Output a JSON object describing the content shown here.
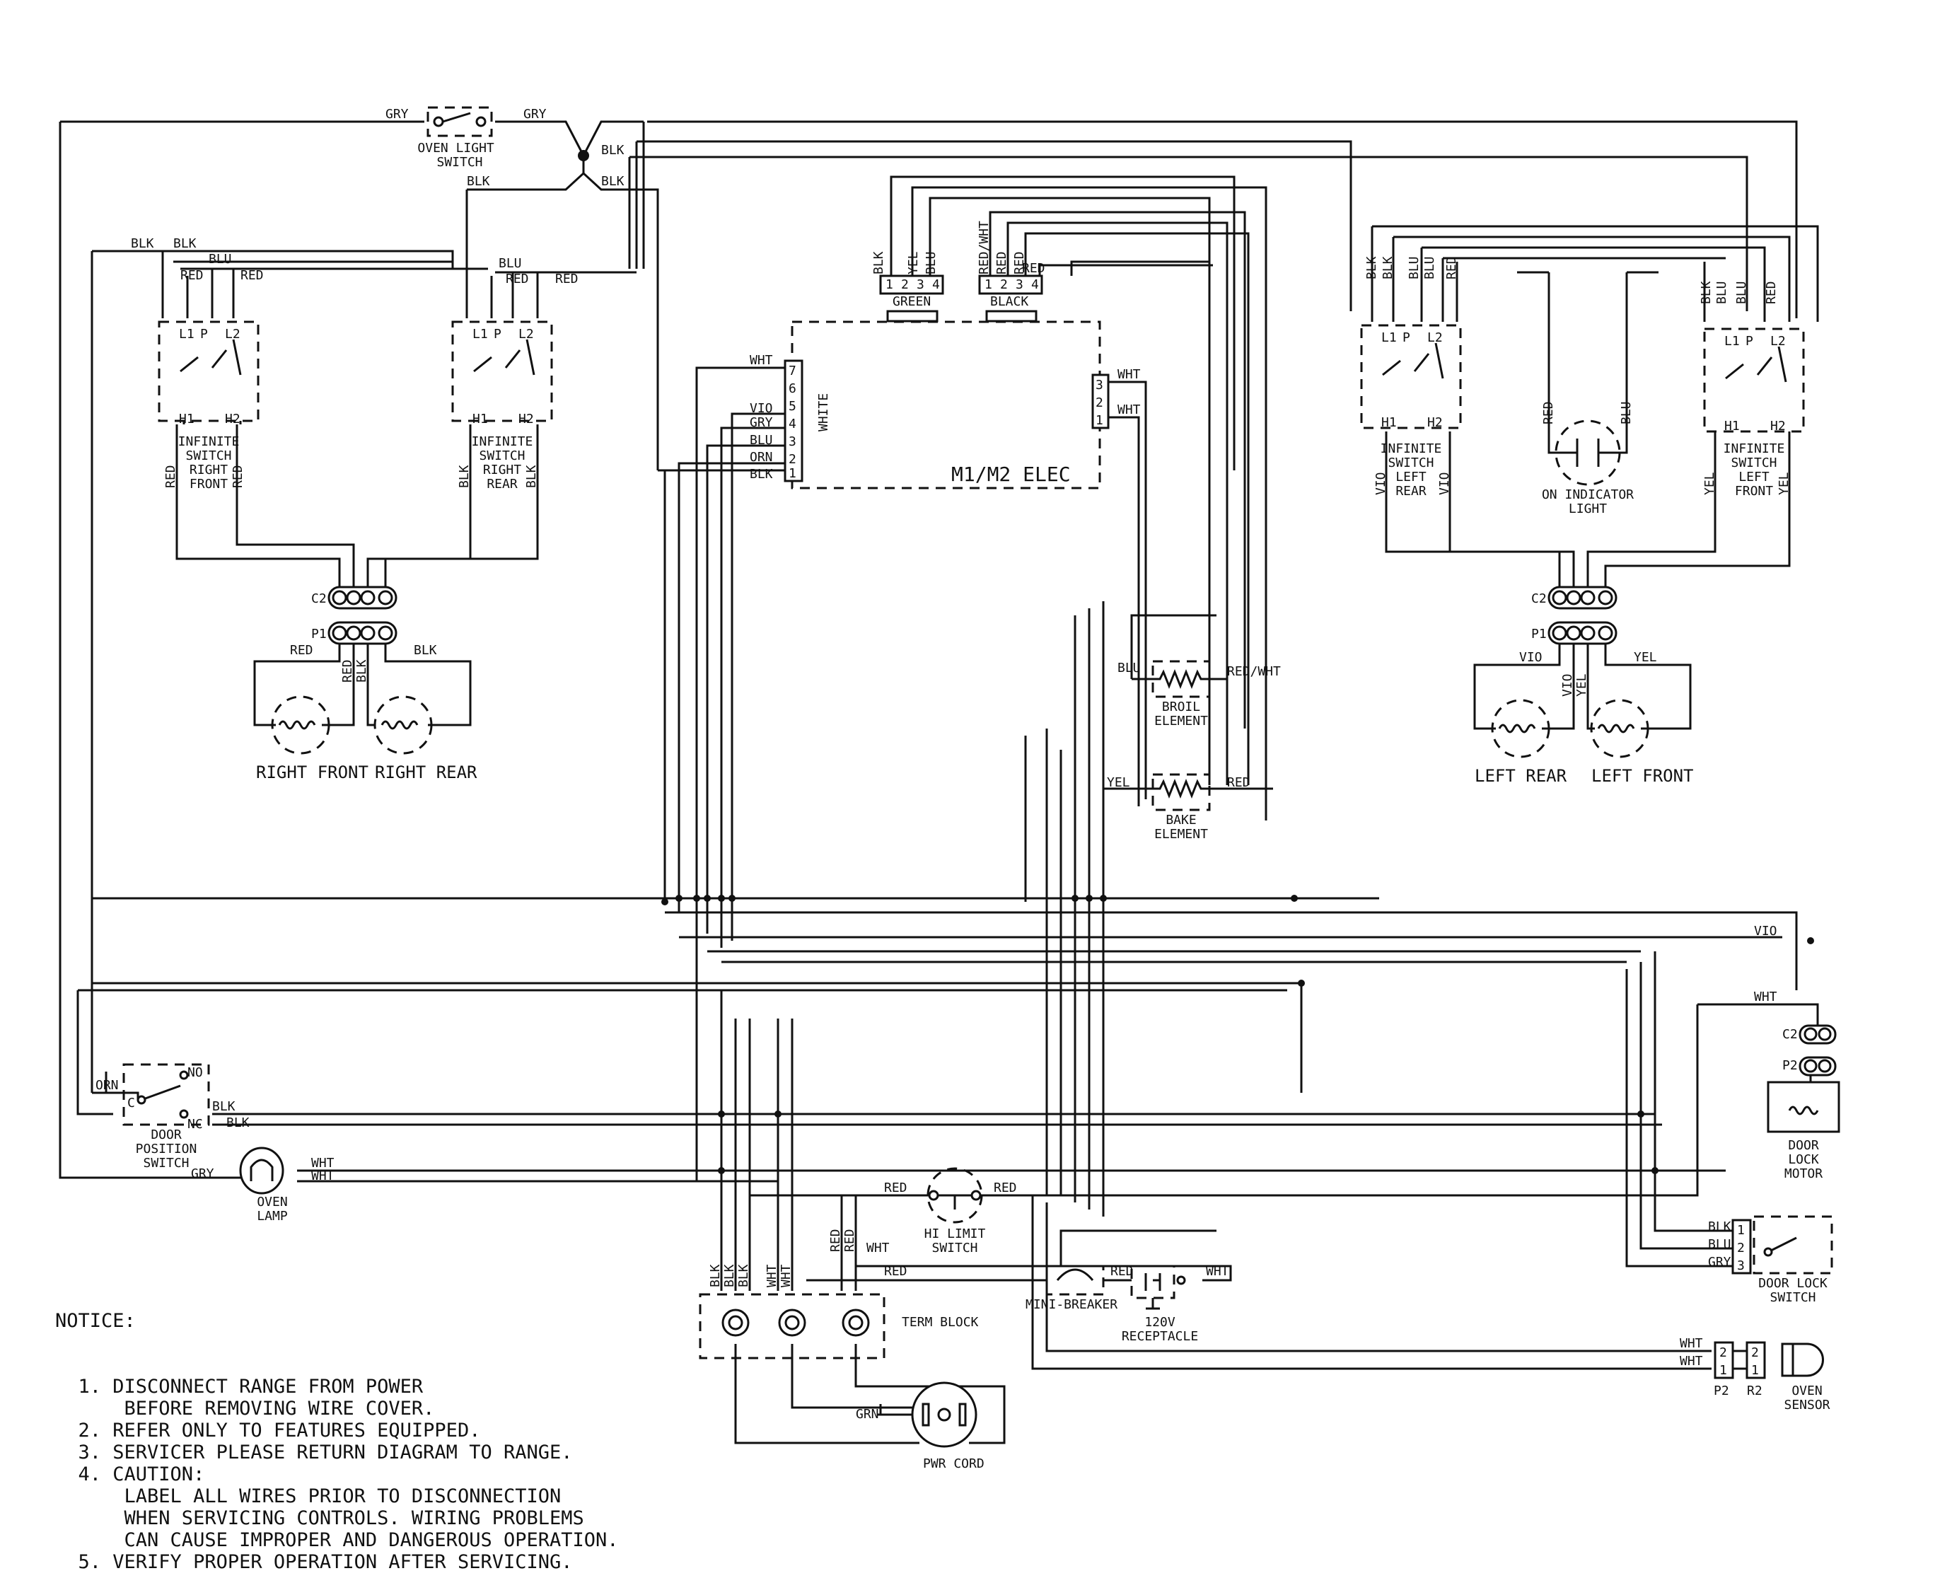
{
  "diagram": {
    "controller_label": "M1/M2 ELEC",
    "components": {
      "oven_light_switch": "OVEN LIGHT\nSWITCH",
      "infinite_switch_right_front": "INFINITE\nSWITCH\nRIGHT\nFRONT",
      "infinite_switch_right_rear": "INFINITE\nSWITCH\nRIGHT\nREAR",
      "infinite_switch_left_rear": "INFINITE\nSWITCH\nLEFT\nREAR",
      "infinite_switch_left_front": "INFINITE\nSWITCH\nLEFT\nFRONT",
      "on_indicator_light": "ON INDICATOR\nLIGHT",
      "broil_element": "BROIL\nELEMENT",
      "bake_element": "BAKE\nELEMENT",
      "right_front": "RIGHT FRONT",
      "right_rear": "RIGHT REAR",
      "left_rear": "LEFT REAR",
      "left_front": "LEFT FRONT",
      "door_position_switch": "DOOR\nPOSITION\nSWITCH",
      "oven_lamp": "OVEN\nLAMP",
      "hi_limit_switch": "HI LIMIT\nSWITCH",
      "term_block": "TERM BLOCK",
      "mini_breaker": "MINI-BREAKER",
      "receptacle": "120V\nRECEPTACLE",
      "pwr_cord": "PWR CORD",
      "door_lock_motor": "DOOR\nLOCK\nMOTOR",
      "door_lock_switch": "DOOR LOCK\nSWITCH",
      "oven_sensor": "OVEN\nSENSOR"
    },
    "connectors": {
      "green": "GREEN",
      "black": "BLACK",
      "white": "WHITE",
      "p2": "P2",
      "r2": "R2",
      "c2": "C2",
      "p1": "P1"
    },
    "switch_terminals": {
      "l1": "L1",
      "p": "P",
      "l2": "L2",
      "h1": "H1",
      "h2": "H2",
      "no": "NO",
      "c": "C",
      "nc": "NC"
    },
    "pin_numbers": [
      "1",
      "2",
      "3",
      "4",
      "5",
      "6",
      "7"
    ],
    "wire_colors": {
      "gry": "GRY",
      "blk": "BLK",
      "blu": "BLU",
      "red": "RED",
      "wht": "WHT",
      "yel": "YEL",
      "vio": "VIO",
      "orn": "ORN",
      "grn": "GRN",
      "red_wht": "RED/WHT"
    }
  },
  "notice": {
    "heading": "NOTICE:",
    "items": [
      {
        "num": "1.",
        "lines": [
          "DISCONNECT RANGE FROM POWER",
          "BEFORE REMOVING WIRE COVER."
        ]
      },
      {
        "num": "2.",
        "lines": [
          "REFER ONLY TO FEATURES EQUIPPED."
        ]
      },
      {
        "num": "3.",
        "lines": [
          "SERVICER PLEASE RETURN DIAGRAM TO RANGE."
        ]
      },
      {
        "num": "4.",
        "lines": [
          "CAUTION:",
          "LABEL ALL WIRES PRIOR TO DISCONNECTION",
          "WHEN SERVICING CONTROLS. WIRING PROBLEMS",
          "CAN CAUSE IMPROPER AND DANGEROUS OPERATION."
        ]
      },
      {
        "num": "5.",
        "lines": [
          "VERIFY PROPER OPERATION AFTER SERVICING."
        ]
      }
    ]
  }
}
